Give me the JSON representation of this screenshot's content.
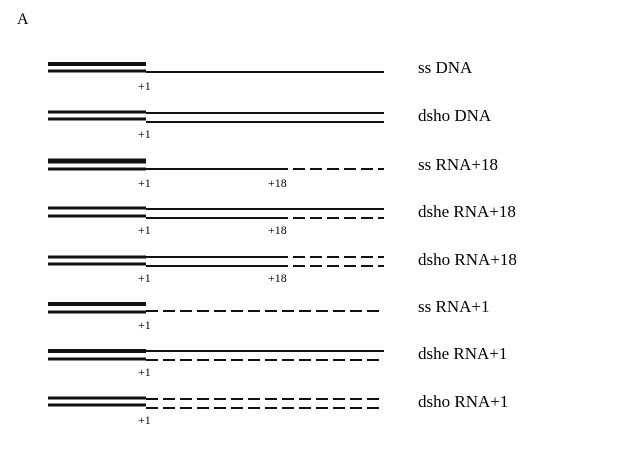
{
  "figure": {
    "panel_letter": "A",
    "rows": [
      {
        "name": "ss DNA",
        "strands": [
          {
            "thick": true,
            "seg": "solid"
          },
          {
            "thick": true,
            "seg": "solid"
          },
          {
            "thick": false,
            "seg": "solid"
          }
        ],
        "marks": [
          "+1"
        ]
      },
      {
        "name": "dsho DNA",
        "strands": [
          {
            "thick": true,
            "seg": "solid"
          },
          {
            "thick": true,
            "seg": "solid"
          },
          {
            "thick": false,
            "seg": "solid"
          }
        ],
        "marks": [
          "+1"
        ]
      },
      {
        "name": "ss RNA+18",
        "strands": [],
        "marks": [
          "+1",
          "+18"
        ]
      },
      {
        "name": "dshe RNA+18",
        "strands": [],
        "marks": [
          "+1",
          "+18"
        ]
      },
      {
        "name": "dsho RNA+18",
        "strands": [],
        "marks": [
          "+1",
          "+18"
        ]
      },
      {
        "name": "ss RNA+1",
        "strands": [],
        "marks": [
          "+1"
        ]
      },
      {
        "name": "dshe RNA+1",
        "strands": [],
        "marks": [
          "+1"
        ]
      },
      {
        "name": "dsho RNA+1",
        "strands": [],
        "marks": [
          "+1"
        ]
      }
    ]
  }
}
